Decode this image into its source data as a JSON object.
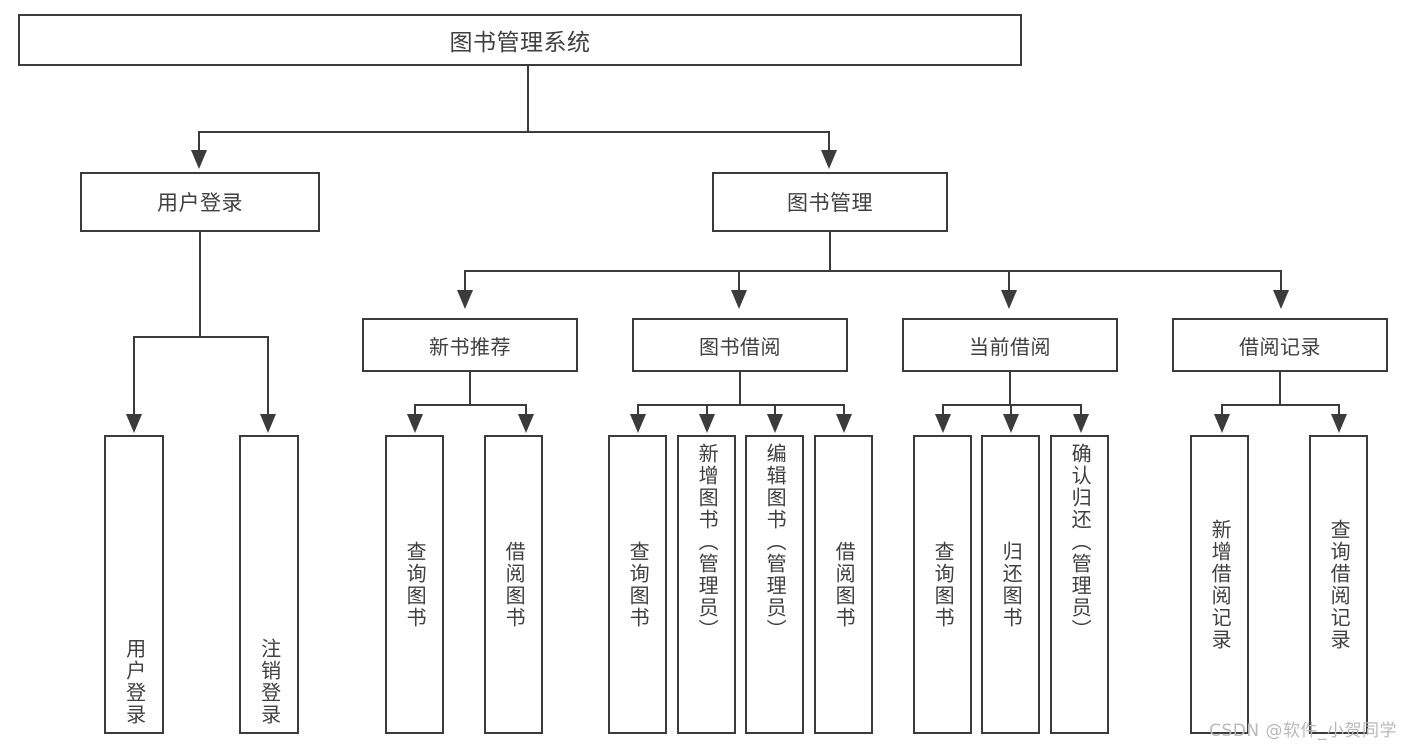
{
  "diagram": {
    "title": "图书管理系统",
    "watermark": "CSDN @软件_小贺同学",
    "accent_color": "#3b3b3b",
    "text_color": "#3f3f3f",
    "background_color": "#ffffff"
  },
  "root": {
    "label": "图书管理系统"
  },
  "level1": [
    {
      "label": "用户登录"
    },
    {
      "label": "图书管理"
    }
  ],
  "level2": [
    {
      "label": "新书推荐"
    },
    {
      "label": "图书借阅"
    },
    {
      "label": "当前借阅"
    },
    {
      "label": "借阅记录"
    }
  ],
  "leaves": {
    "user_login": [
      {
        "label": "用户登录"
      },
      {
        "label": "注销登录"
      }
    ],
    "new_book": [
      {
        "label": "查询图书"
      },
      {
        "label": "借阅图书"
      }
    ],
    "book_borrow": [
      {
        "label": "查询图书"
      },
      {
        "label": "新增图书（管理员）"
      },
      {
        "label": "编辑图书（管理员）"
      },
      {
        "label": "借阅图书"
      }
    ],
    "current_borrow": [
      {
        "label": "查询图书"
      },
      {
        "label": "归还图书"
      },
      {
        "label": "确认归还（管理员）"
      }
    ],
    "borrow_record": [
      {
        "label": "新增借阅记录"
      },
      {
        "label": "查询借阅记录"
      }
    ]
  }
}
